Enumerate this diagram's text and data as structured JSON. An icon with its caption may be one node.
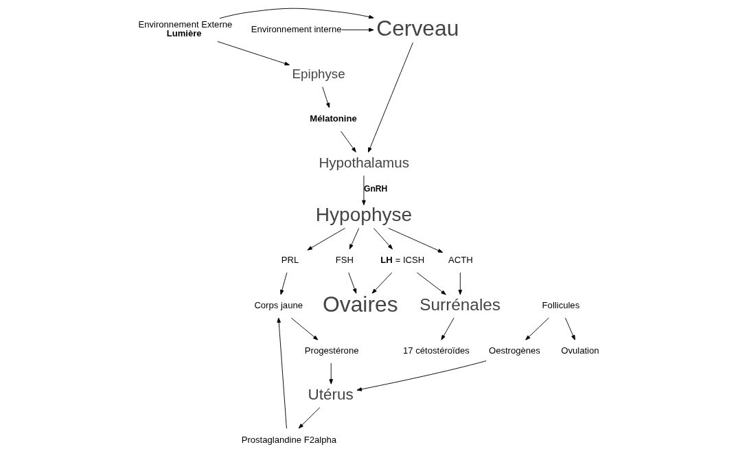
{
  "diagram": {
    "nodes": [
      {
        "text": [
          "Environnement Externe",
          "Lumière"
        ]
      },
      {
        "text": [
          "Cerveau"
        ]
      },
      {
        "text": [
          "Environnement interne"
        ]
      },
      {
        "text": [
          "Mélatonine"
        ]
      },
      {
        "text": [
          "Hypothalamus"
        ]
      },
      {
        "text": [
          "Epiphyse"
        ]
      },
      {
        "text": [
          "Hypophyse"
        ]
      },
      {
        "text": [
          "FSH"
        ]
      },
      {
        "text": [
          "PRL"
        ]
      },
      {
        "text": [
          "**LH** = ICSH"
        ]
      },
      {
        "text": [
          "ACTH"
        ]
      },
      {
        "text": [
          "Ovaires"
        ]
      },
      {
        "text": [
          "Surrénales"
        ]
      },
      {
        "text": [
          "Follicules"
        ]
      },
      {
        "text": [
          "Corps jaune"
        ]
      },
      {
        "text": [
          "17 cétostéroïdes"
        ]
      },
      {
        "text": [
          "Ovulation"
        ]
      },
      {
        "text": [
          "Oestrogènes"
        ]
      },
      {
        "text": [
          "Progestérone"
        ]
      },
      {
        "text": [
          "Utérus"
        ]
      },
      {
        "text": [
          "Prostaglandine F2alpha"
        ]
      }
    ],
    "edges": [
      {
        "from": 0,
        "to": 1,
        "arrow": "to"
      },
      {
        "from": 2,
        "to": 1,
        "arrow": "to"
      },
      {
        "from": 1,
        "to": 4,
        "arrow": "to"
      },
      {
        "from": 0,
        "to": 5,
        "arrow": "to"
      },
      {
        "from": 5,
        "to": 3,
        "arrow": "to"
      },
      {
        "from": 3,
        "to": 4,
        "arrow": "to"
      },
      {
        "from": 4,
        "to": 6,
        "arrow": "to",
        "label": "GnRH"
      },
      {
        "from": 6,
        "to": 7,
        "arrow": "to"
      },
      {
        "from": 6,
        "to": 8,
        "arrow": "to"
      },
      {
        "from": 6,
        "to": 9,
        "arrow": "to"
      },
      {
        "from": 6,
        "to": 10,
        "arrow": "to"
      },
      {
        "from": 7,
        "to": 11,
        "arrow": "to"
      },
      {
        "from": 8,
        "to": 14,
        "arrow": "to"
      },
      {
        "from": 9,
        "to": 11,
        "arrow": "to"
      },
      {
        "from": 9,
        "to": 12,
        "arrow": "to"
      },
      {
        "from": 10,
        "to": 12,
        "arrow": "to"
      },
      {
        "from": 12,
        "to": 15,
        "arrow": "to"
      },
      {
        "from": 13,
        "to": 16,
        "arrow": "to"
      },
      {
        "from": 13,
        "to": 17,
        "arrow": "to"
      },
      {
        "from": 14,
        "to": 18,
        "arrow": "to"
      },
      {
        "from": 17,
        "to": 19,
        "arrow": "to"
      },
      {
        "from": 18,
        "to": 19,
        "arrow": "to"
      },
      {
        "from": 19,
        "to": 20,
        "arrow": "to"
      },
      {
        "from": 20,
        "to": 14,
        "arrow": "to"
      }
    ]
  }
}
